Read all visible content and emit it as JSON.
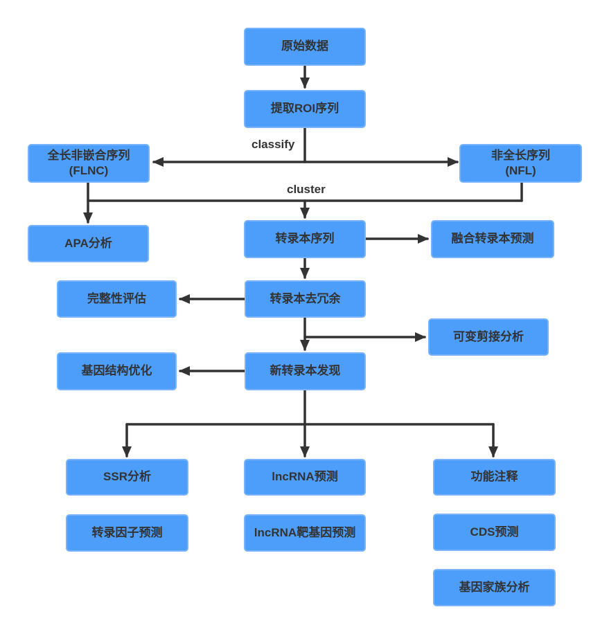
{
  "diagram": {
    "title": "transcriptome-analysis-pipeline-flowchart",
    "background_color": "#ffffff",
    "node_fill_color": "#4d9efa",
    "node_border_color": "#79b3fb",
    "node_text_color": "#333333",
    "arrow_color": "#333333",
    "edge_labels": {
      "classify": "classify",
      "cluster": "cluster"
    },
    "nodes": {
      "raw_data": {
        "label": "原始数据"
      },
      "extract_roi": {
        "label": "提取ROI序列"
      },
      "flnc": {
        "label": "全长非嵌合序列",
        "sublabel": "(FLNC)"
      },
      "nfl": {
        "label": "非全长序列",
        "sublabel": "(NFL)"
      },
      "apa": {
        "label": "APA分析"
      },
      "transcript_seq": {
        "label": "转录本序列"
      },
      "fusion_prediction": {
        "label": "融合转录本预测"
      },
      "integrity_eval": {
        "label": "完整性评估"
      },
      "dedup": {
        "label": "转录本去冗余"
      },
      "alt_splicing": {
        "label": "可变剪接分析"
      },
      "gene_structure_opt": {
        "label": "基因结构优化"
      },
      "novel_transcript": {
        "label": "新转录本发现"
      },
      "ssr": {
        "label": "SSR分析"
      },
      "lncrna_prediction": {
        "label": "lncRNA预测"
      },
      "functional_annotation": {
        "label": "功能注释"
      },
      "tf_prediction": {
        "label": "转录因子预测"
      },
      "lncrna_target_prediction": {
        "label": "lncRNA靶基因预测"
      },
      "cds_prediction": {
        "label": "CDS预测"
      },
      "gene_family_analysis": {
        "label": "基因家族分析"
      }
    },
    "edges": [
      {
        "from": "raw_data",
        "to": "extract_roi"
      },
      {
        "from": "extract_roi",
        "to": "flnc",
        "label": "classify"
      },
      {
        "from": "extract_roi",
        "to": "nfl",
        "label": "classify"
      },
      {
        "from": "flnc",
        "to": "apa"
      },
      {
        "from": "flnc",
        "to": "transcript_seq",
        "label": "cluster"
      },
      {
        "from": "nfl",
        "to": "transcript_seq",
        "label": "cluster"
      },
      {
        "from": "transcript_seq",
        "to": "fusion_prediction"
      },
      {
        "from": "transcript_seq",
        "to": "dedup"
      },
      {
        "from": "dedup",
        "to": "integrity_eval"
      },
      {
        "from": "dedup",
        "to": "alt_splicing"
      },
      {
        "from": "dedup",
        "to": "novel_transcript"
      },
      {
        "from": "novel_transcript",
        "to": "gene_structure_opt"
      },
      {
        "from": "novel_transcript",
        "to": "ssr"
      },
      {
        "from": "novel_transcript",
        "to": "lncrna_prediction"
      },
      {
        "from": "novel_transcript",
        "to": "functional_annotation"
      }
    ]
  }
}
